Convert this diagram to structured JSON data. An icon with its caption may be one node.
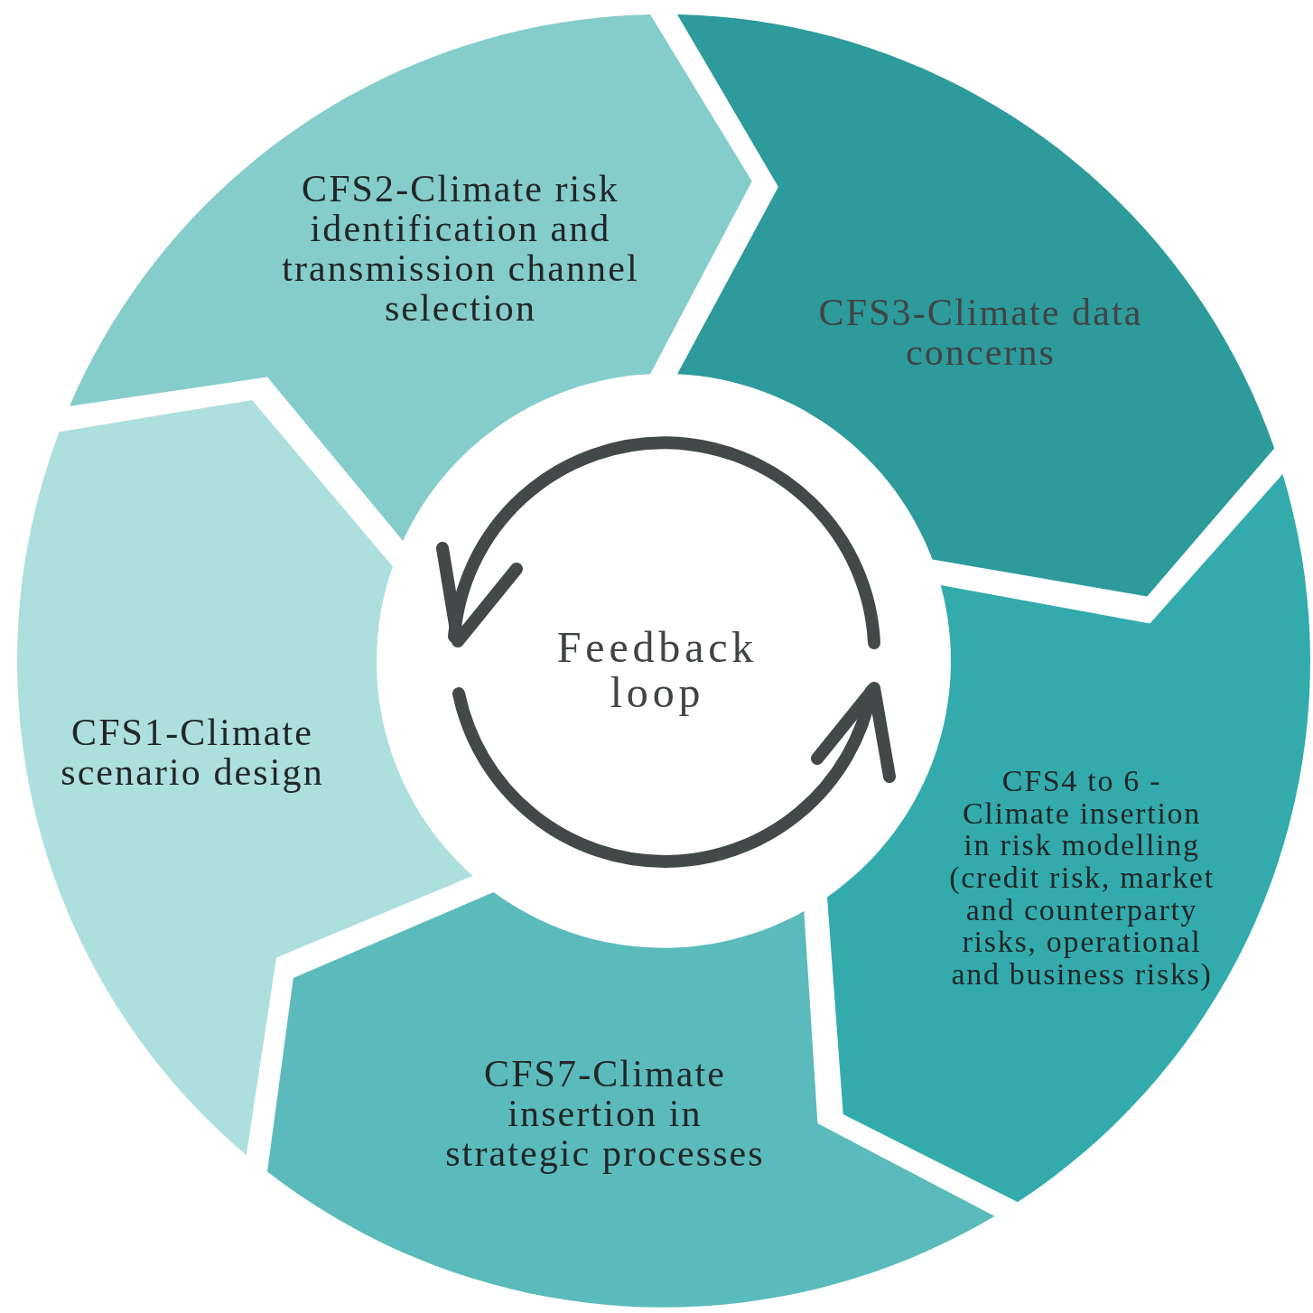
{
  "diagram": {
    "nodes": [
      {
        "text": [
          "CFS2-Climate risk identification and transmission channel selection"
        ]
      },
      {
        "text": [
          "CFS3-Climate data concerns"
        ]
      },
      {
        "text": [
          "CFS1-Climate scenario design"
        ]
      },
      {
        "text": [
          "Feedback loop"
        ]
      },
      {
        "text": [
          "CFS4 to 6 - Climate insertion in risk modelling (credit risk, market and counterparty risks, operational and business risks)"
        ]
      },
      {
        "text": [
          "CFS7-Climate insertion in strategic processes"
        ]
      }
    ]
  }
}
